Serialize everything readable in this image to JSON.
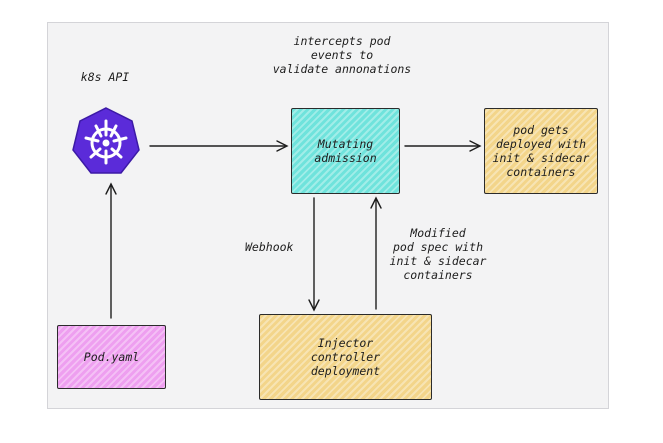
{
  "diagram": {
    "title": "intercepts pod\nevents to\nvalidate annonations",
    "k8s_label": "k8s API",
    "nodes": {
      "mutating": "Mutating\nadmission",
      "deployed": "pod gets\ndeployed with\ninit & sidecar\ncontainers",
      "injector": "Injector\ncontroller\ndeployment",
      "podyaml": "Pod.yaml"
    },
    "edges": {
      "webhook": "Webhook",
      "modified": "Modified\npod spec with\ninit & sidecar\ncontainers"
    },
    "colors": {
      "kubernetes_logo": "#5b2bd9",
      "mutating_fill": "#6fe3dc",
      "yellow_fill": "#f3d58a",
      "pink_fill": "#ee9ff0"
    }
  }
}
